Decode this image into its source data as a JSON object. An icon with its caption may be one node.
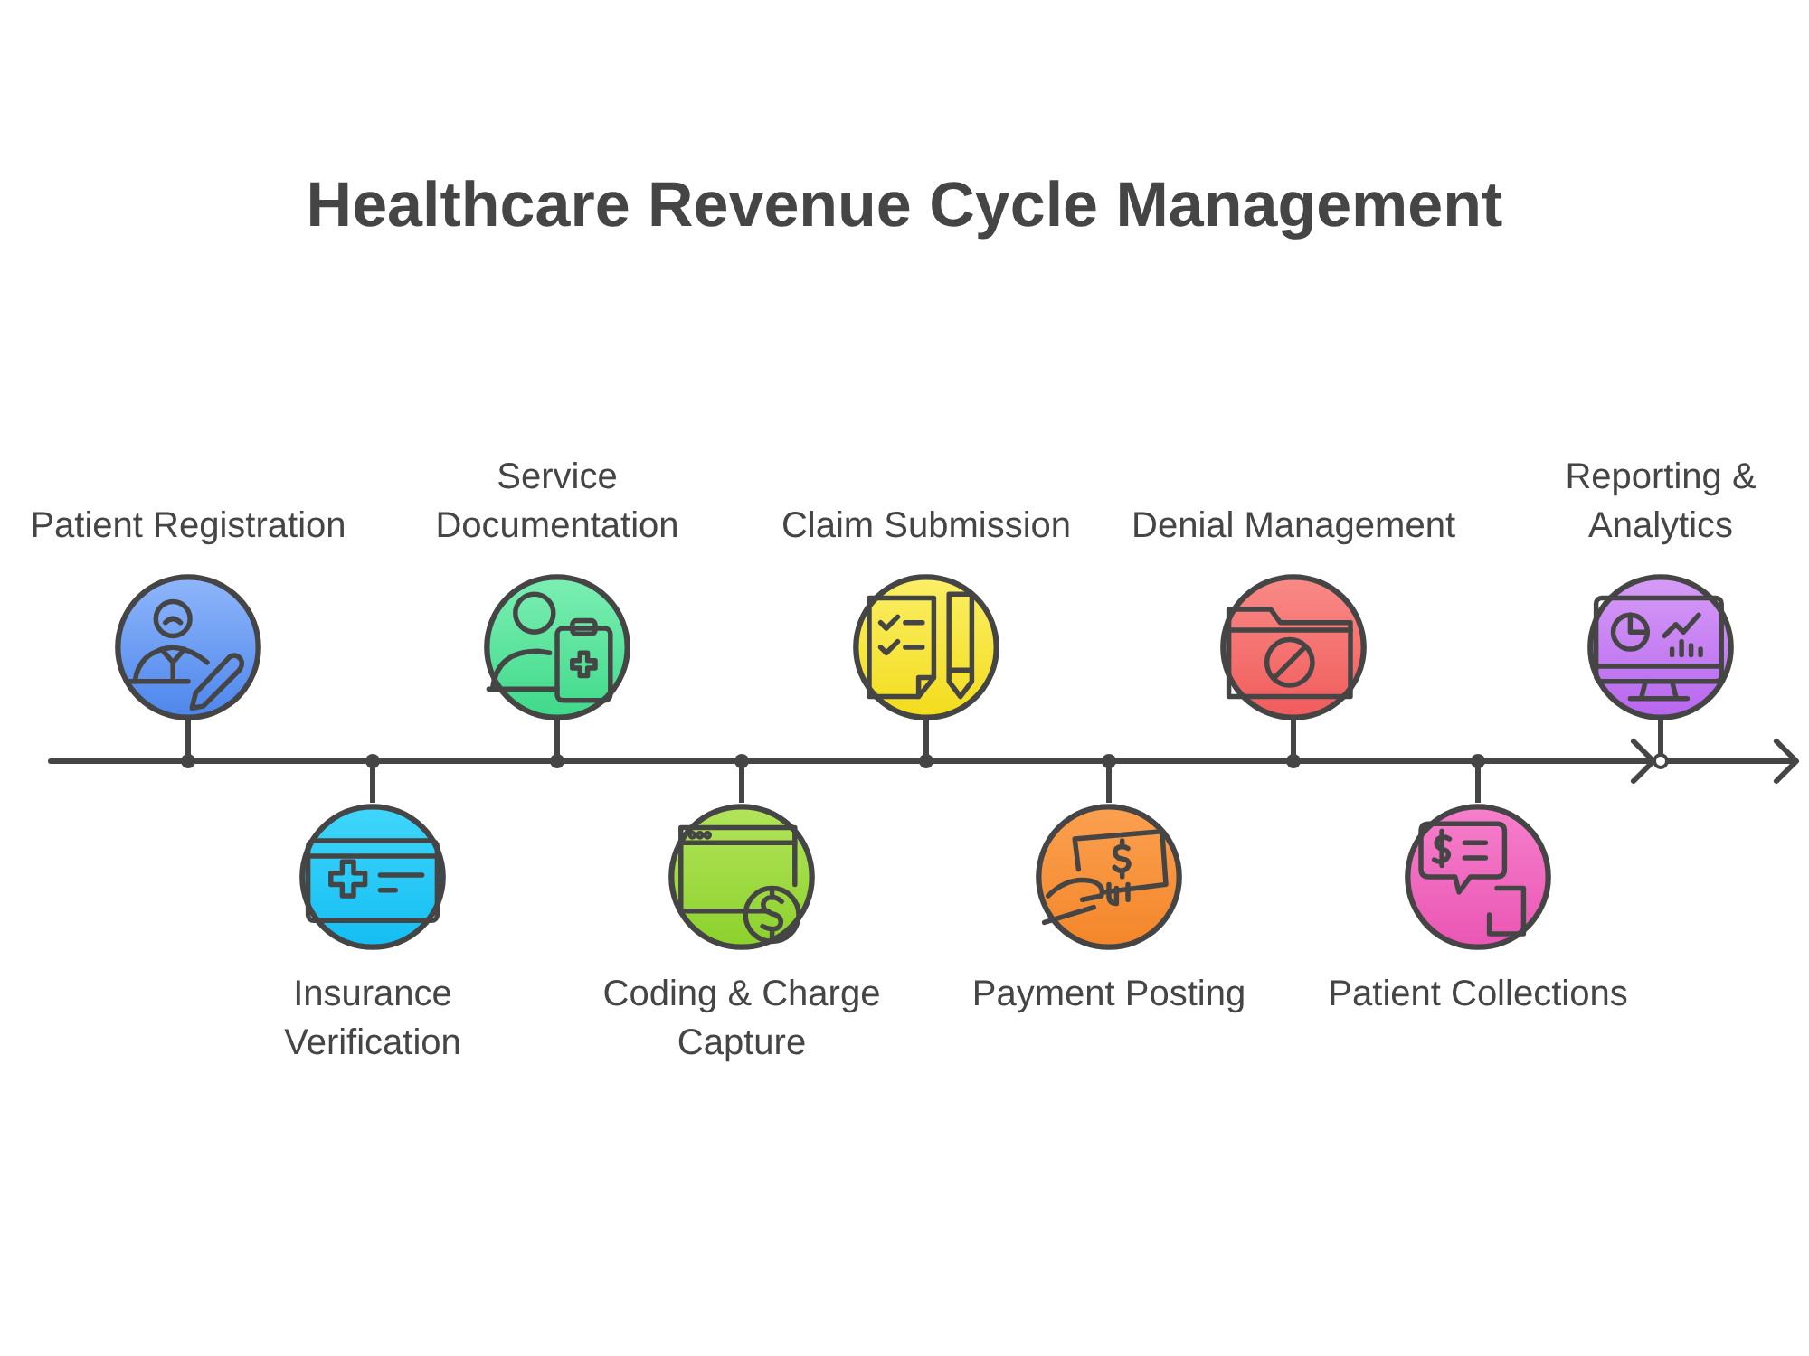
{
  "diagram": {
    "title": "Healthcare Revenue Cycle Management",
    "nodes": [
      {
        "text": [
          "Patient Registration"
        ]
      },
      {
        "text": [
          "Insurance Verification"
        ]
      },
      {
        "text": [
          "Service Documentation"
        ]
      },
      {
        "text": [
          "Coding & Charge Capture"
        ]
      },
      {
        "text": [
          "Claim Submission"
        ]
      },
      {
        "text": [
          "Payment Posting"
        ]
      },
      {
        "text": [
          "Denial Management"
        ]
      },
      {
        "text": [
          "Patient Collections"
        ]
      },
      {
        "text": [
          "Reporting & Analytics"
        ]
      },
      {
        "text": [],
        "shape": "arrow"
      }
    ],
    "edges": [
      {
        "from": 0,
        "to": 9,
        "arrow": "other"
      },
      {
        "from": 1,
        "to": 9,
        "arrow": "other"
      },
      {
        "from": 2,
        "to": 9,
        "arrow": "other"
      },
      {
        "from": 3,
        "to": 9,
        "arrow": "other"
      },
      {
        "from": 4,
        "to": 9,
        "arrow": "other"
      },
      {
        "from": 5,
        "to": 9,
        "arrow": "other"
      },
      {
        "from": 6,
        "to": 9,
        "arrow": "other"
      },
      {
        "from": 7,
        "to": 9,
        "arrow": "other"
      },
      {
        "from": 8,
        "to": 9,
        "arrow": "other"
      }
    ]
  }
}
